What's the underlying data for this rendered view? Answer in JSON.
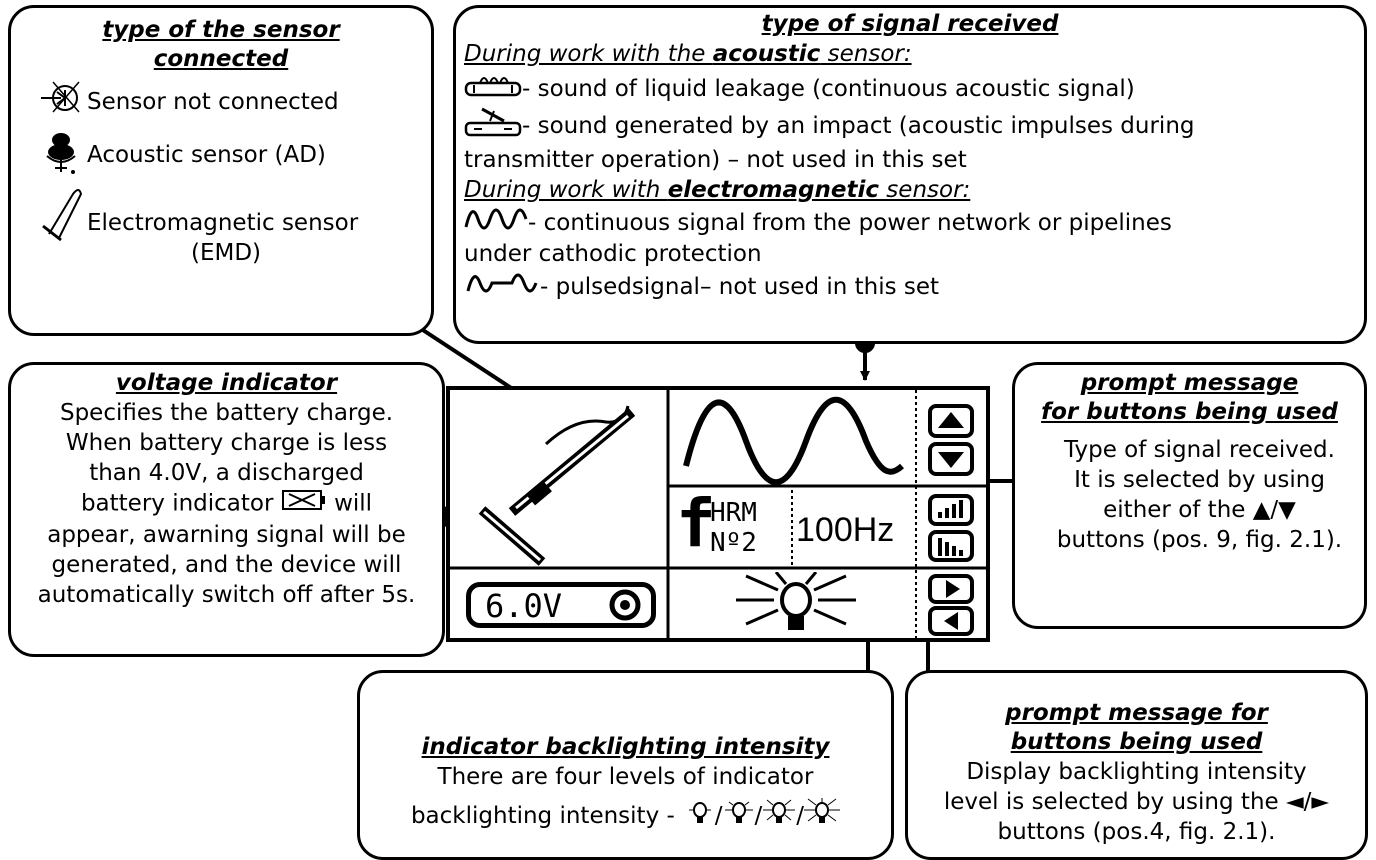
{
  "sensor_box": {
    "title_l1": "type of the sensor",
    "title_l2": "connected",
    "item1": "Sensor not connected",
    "item2": "Acoustic sensor (AD)",
    "item3_l1": "Electromagnetic sensor",
    "item3_l2": "(EMD)",
    "icons": [
      "sensor-disconnected-icon",
      "acoustic-sensor-icon",
      "electromagnetic-sensor-icon"
    ]
  },
  "signal_box": {
    "title": "type of signal received",
    "acoustic_pre": "During work with the ",
    "acoustic_bold": "acoustic",
    "acoustic_post": " sensor:",
    "leak": "- sound of liquid leakage (continuous acoustic signal)",
    "impact_l1": "- sound generated by an impact (acoustic impulses during",
    "impact_l2": "transmitter operation) – not used in this set",
    "em_pre": "During work with ",
    "em_bold": "electromagnetic",
    "em_post": " sensor:",
    "cont_l1": "- continuous signal from the power network or pipelines",
    "cont_l2": "under cathodic protection",
    "pulsed": "- pulsedsignal– not used in this set",
    "icons": [
      "leak-sound-icon",
      "impact-sound-icon",
      "continuous-wave-icon",
      "pulsed-wave-icon"
    ]
  },
  "voltage_box": {
    "title": "voltage indicator",
    "l1": "Specifies the battery charge.",
    "l2": "When battery charge is less",
    "l3": "than 4.0V, a discharged",
    "l4_pre": "battery indicator",
    "l4_post": "will",
    "l5": "appear, awarning signal will be",
    "l6": "generated, and the device will",
    "l7": "automatically switch off after 5s."
  },
  "prompt_box_1": {
    "title_l1": "prompt message",
    "title_l2": "for buttons being used",
    "l1": "Type of signal received.",
    "l2": "It is selected by using",
    "l3": "either of the ▲/▼",
    "l4": "buttons (pos. 9, fig. 2.1)."
  },
  "backlight_box": {
    "title": "indicator backlighting intensity",
    "l1": "There are four levels of indicator",
    "l2": "backlighting intensity -",
    "icons": [
      "bulb-level-1-icon",
      "bulb-level-2-icon",
      "bulb-level-3-icon",
      "bulb-level-4-icon"
    ]
  },
  "prompt_box_2": {
    "title_l1": "prompt message for",
    "title_l2": "buttons being used",
    "l1": "Display backlighting intensity",
    "l2": "level is selected by using the ◄/►",
    "l3": "buttons (pos.4, fig. 2.1)."
  },
  "lcd": {
    "mode_f": "f",
    "mode_top": "HRM",
    "mode_bottom": "Nº2",
    "frequency": "100Hz",
    "voltage": "6.0V"
  }
}
